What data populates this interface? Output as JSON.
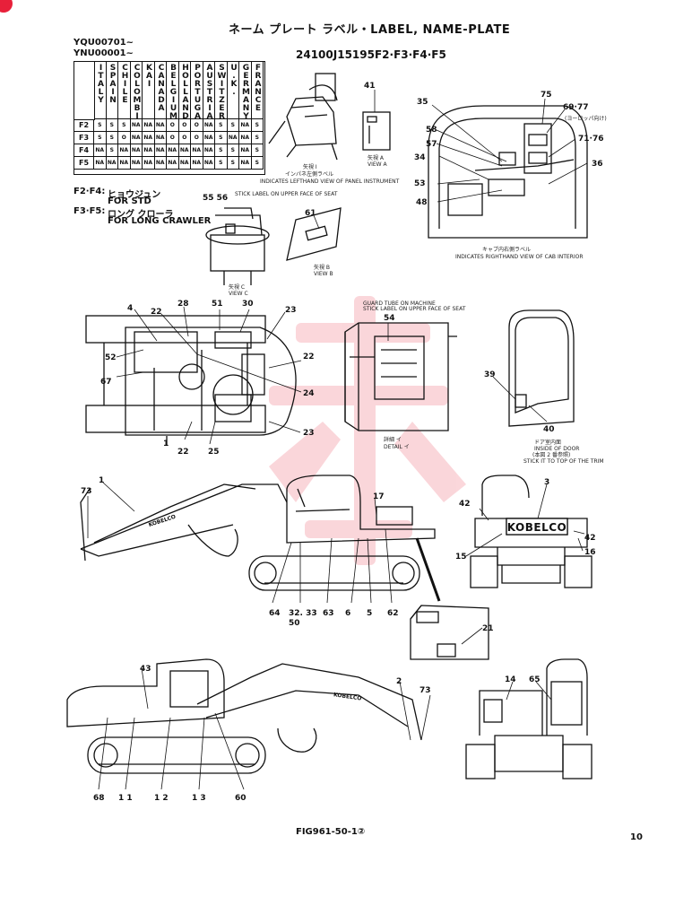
{
  "header": {
    "title": "ネーム プレート ラベル・LABEL, NAME-PLATE",
    "part_number": "24100J15195F2·F3·F4·F5"
  },
  "serials": [
    "YQU00701~",
    "YNU00001~"
  ],
  "table": {
    "columns": [
      "ITALY",
      "SPAIN",
      "CHILE",
      "COLOMBIA",
      "KAI",
      "CANADA",
      "BELGIUM",
      "HOLLAND",
      "PORTUGAL",
      "AUSTRIA",
      "SWITZERLAND",
      "U.K.",
      "GERMANY",
      "FRANCE"
    ],
    "rows": [
      {
        "label": "F2",
        "cells": [
          "S",
          "S",
          "S",
          "NA",
          "NA",
          "NA",
          "O",
          "O",
          "O",
          "NA",
          "S",
          "S",
          "NA",
          "S"
        ]
      },
      {
        "label": "F3",
        "cells": [
          "S",
          "S",
          "O",
          "NA",
          "NA",
          "NA",
          "O",
          "O",
          "O",
          "NA",
          "S",
          "NA",
          "NA",
          "S"
        ]
      },
      {
        "label": "F4",
        "cells": [
          "NA",
          "S",
          "NA",
          "NA",
          "NA",
          "NA",
          "NA",
          "NA",
          "NA",
          "NA",
          "S",
          "S",
          "NA",
          "S"
        ]
      },
      {
        "label": "F5",
        "cells": [
          "NA",
          "NA",
          "NA",
          "NA",
          "NA",
          "NA",
          "NA",
          "NA",
          "NA",
          "NA",
          "S",
          "S",
          "NA",
          "S"
        ]
      }
    ]
  },
  "notes": {
    "std_code": "F2·F4:",
    "std_jp": "ヒョウジュン",
    "std_en": "FOR STD",
    "long_code": "F3·F5:",
    "long_jp": "ロング クローラ",
    "long_en": "FOR LONG CRAWLER"
  },
  "captions": {
    "view_seat_jp": "矢視 I",
    "view_seat_jp2": "インパネ左側ラベル",
    "view_seat_en": "INDICATES LEFTHAND VIEW OF PANEL INSTRUMENT",
    "view_a": "矢視 A",
    "view_a_en": "VIEW A",
    "view_b": "矢視 B",
    "view_b_en": "VIEW B",
    "view_c": "矢視 C",
    "view_c_en": "VIEW C",
    "cab_jp": "キャブ内右側ラベル",
    "cab_en": "INDICATES RIGHTHAND VIEW OF CAB INTERIOR",
    "detail_a_jp": "詳細 イ",
    "detail_a_en": "DETAIL イ",
    "door_jp": "ドア室内面",
    "door_en": "INSIDE OF DOOR",
    "door_note_jp": "(本図 2 番参照)",
    "door_note_en": "STICK IT TO TOP OF THE TRIM",
    "sticker_note": "STICK LABEL ON UPPER FACE OF SEAT",
    "ref_71_76": "(ヨーロッパ向け)",
    "kobelco": "KOBELCO",
    "kobelco_small": "KOBELCO",
    "detail_upper": "GUARD TUBE ON MACHINE"
  },
  "callouts": {
    "c1": "1",
    "c2": "2",
    "c3": "3",
    "c4": "4",
    "c5": "5",
    "c6": "6",
    "c11": "1 1",
    "c12": "1 2",
    "c13": "1 3",
    "c14": "14",
    "c15": "15",
    "c16": "16",
    "c17": "17",
    "c21": "21",
    "c22": "22",
    "c22b": "22",
    "c22c": "22",
    "c23": "23",
    "c23b": "23",
    "c24": "24",
    "c25": "25",
    "c28": "28",
    "c30": "30",
    "c32": "32. 33",
    "c34": "34",
    "c35": "35",
    "c36": "36",
    "c39": "39",
    "c40": "40",
    "c41": "41",
    "c42": "42",
    "c42b": "42",
    "c43": "43",
    "c48": "48",
    "c50": "50",
    "c51": "51",
    "c52": "52",
    "c53": "53",
    "c54": "54",
    "c55": "55 56",
    "c57": "57",
    "c58": "58",
    "c60": "60",
    "c61": "61",
    "c62": "62",
    "c63": "63",
    "c64": "64",
    "c65": "65",
    "c67": "67",
    "c68": "68",
    "c69": "69·77",
    "c71": "71·76",
    "c73": "73",
    "c73b": "73",
    "c75": "75",
    "c1b": "1"
  },
  "footer": {
    "figure": "FIG961-50-1②",
    "page": "10"
  },
  "colors": {
    "ink": "#111111",
    "watermark": "#e8203a"
  }
}
